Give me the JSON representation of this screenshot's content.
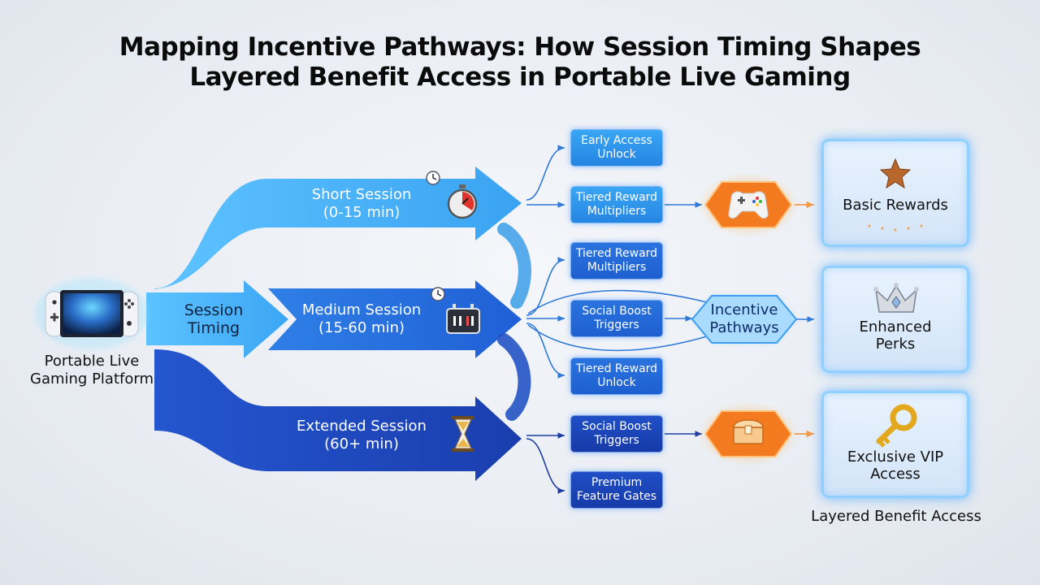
{
  "title": {
    "line1": "Mapping Incentive Pathways: How Session Timing Shapes",
    "line2": "Layered Benefit Access in Portable Live Gaming"
  },
  "platform": {
    "line1": "Portable Live",
    "line2": "Gaming Platform",
    "icon": "handheld-console-icon"
  },
  "session_timing": {
    "line1": "Session",
    "line2": "Timing"
  },
  "sessions": [
    {
      "name": "Short Session",
      "range": "(0-15 min)",
      "icon": "stopwatch-icon",
      "color": "#3fa9f5"
    },
    {
      "name": "Medium Session",
      "range": "(15-60 min)",
      "icon": "scoreboard-icon",
      "color": "#2266d8"
    },
    {
      "name": "Extended Session",
      "range": "(60+ min)",
      "icon": "hourglass-icon",
      "color": "#1a45b8"
    }
  ],
  "boxes": [
    {
      "line1": "Early Access",
      "line2": "Unlock"
    },
    {
      "line1": "Tiered Reward",
      "line2": "Multipliers"
    },
    {
      "line1": "Tiered Reward",
      "line2": "Multipliers"
    },
    {
      "line1": "Social Boost",
      "line2": "Triggers"
    },
    {
      "line1": "Tiered Reward",
      "line2": "Unlock"
    },
    {
      "line1": "Social Boost",
      "line2": "Triggers"
    },
    {
      "line1": "Premium",
      "line2": "Feature Gates"
    }
  ],
  "hubs": {
    "gamepad": {
      "icon": "gamepad-icon",
      "color": "#f47a1f"
    },
    "incentive": {
      "line1": "Incentive",
      "line2": "Pathways"
    },
    "chest": {
      "icon": "treasure-chest-icon",
      "color": "#f47a1f"
    }
  },
  "rewards": [
    {
      "line1": "Basic Rewards",
      "line2": "",
      "icon": "bronze-star-icon"
    },
    {
      "line1": "Enhanced",
      "line2": "Perks",
      "icon": "silver-crown-icon"
    },
    {
      "line1": "Exclusive VIP",
      "line2": "Access",
      "icon": "gold-key-icon"
    }
  ],
  "footer": "Layered Benefit Access"
}
